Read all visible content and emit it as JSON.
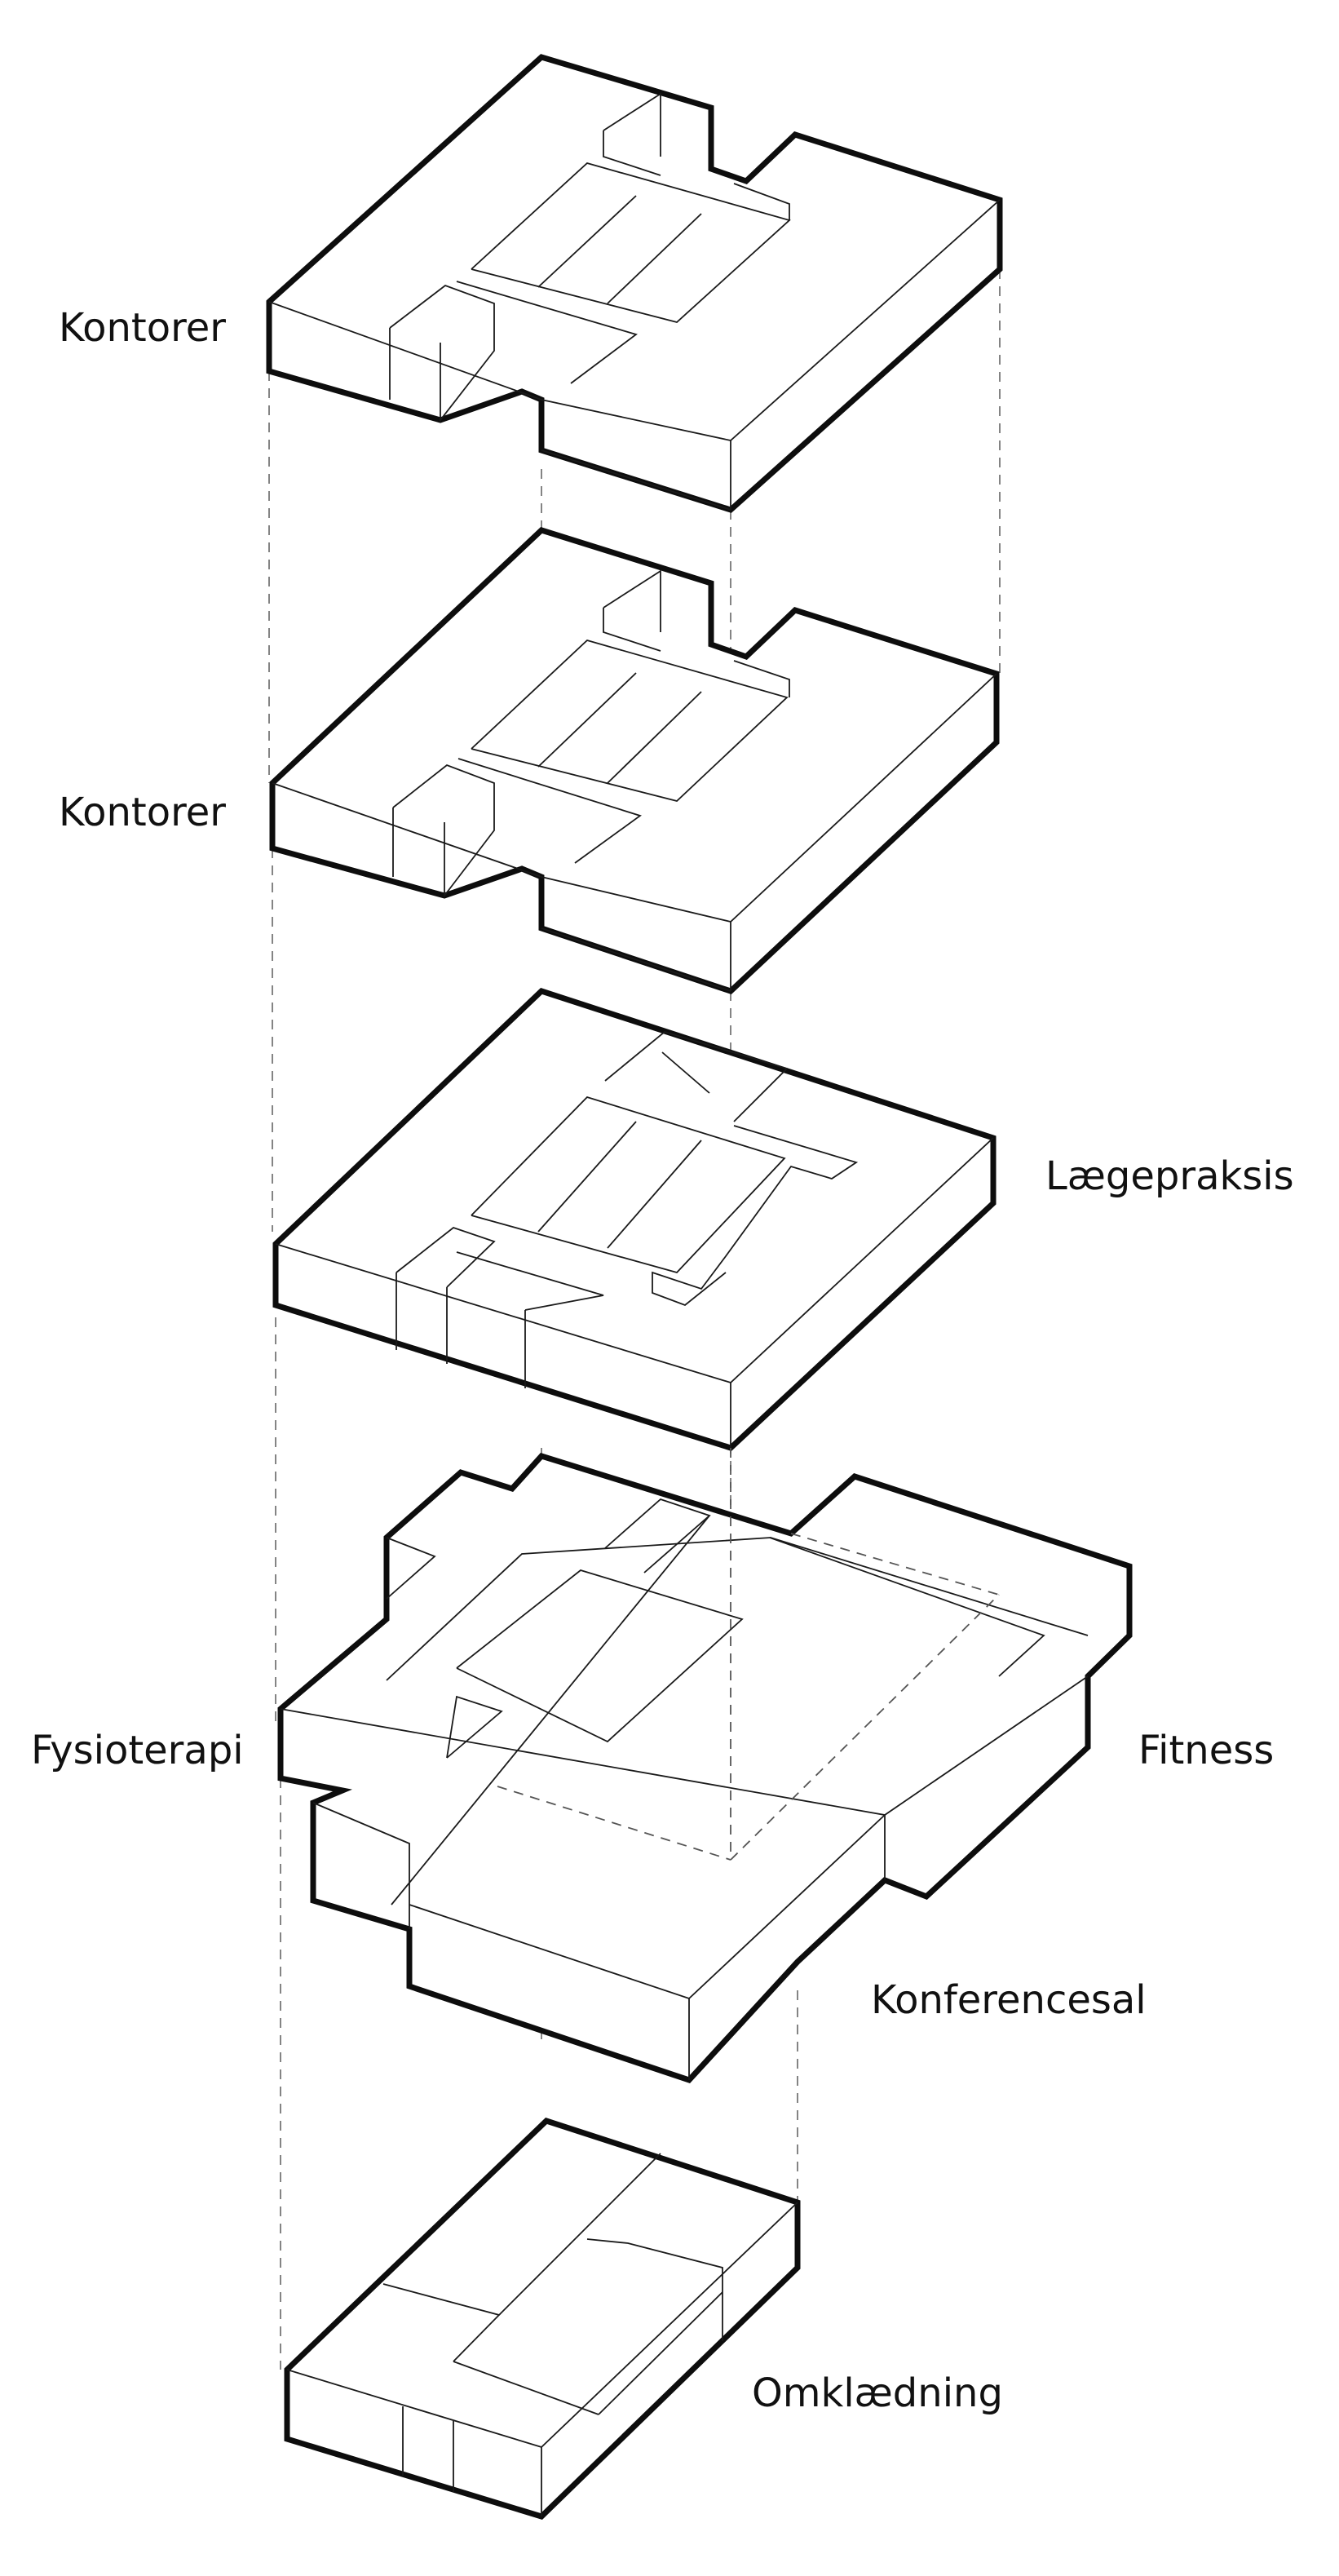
{
  "labels": {
    "floor5": "Kontorer",
    "floor4": "Kontorer",
    "floor3": "Lægepraksis",
    "floor2_left": "Fysioterapi",
    "floor2_right": "Fitness",
    "floor1": "Konferencesal",
    "floor0": "Omklædning"
  },
  "colors": {
    "line": "#0d0d0d",
    "guide": "#777777",
    "text": "#111111"
  }
}
